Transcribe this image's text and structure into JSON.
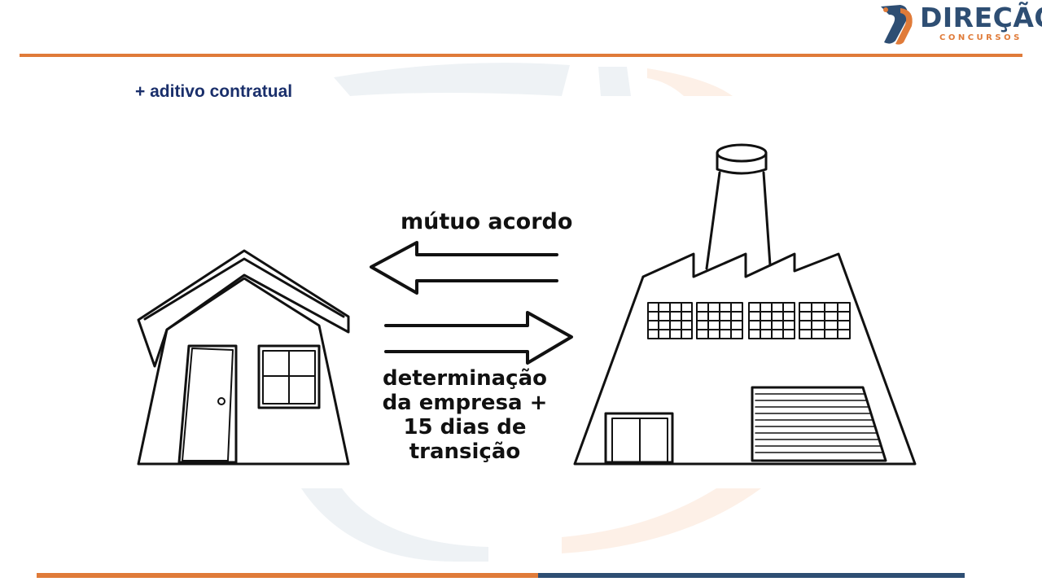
{
  "header": {
    "logo_text": "DIREÇÃO",
    "logo_subtext": "CONCURSOS"
  },
  "slide": {
    "subtitle": "+ aditivo contratual"
  },
  "diagram": {
    "left_item": "house-icon",
    "right_item": "factory-icon",
    "arrow_left_label": "mútuo acordo",
    "arrow_right_label_lines": [
      "determinação",
      "da empresa +",
      "15 dias de",
      "transição"
    ]
  },
  "colors": {
    "accent": "#e07b39",
    "brand": "#2e4e73",
    "subtitle": "#1a2f6b"
  }
}
